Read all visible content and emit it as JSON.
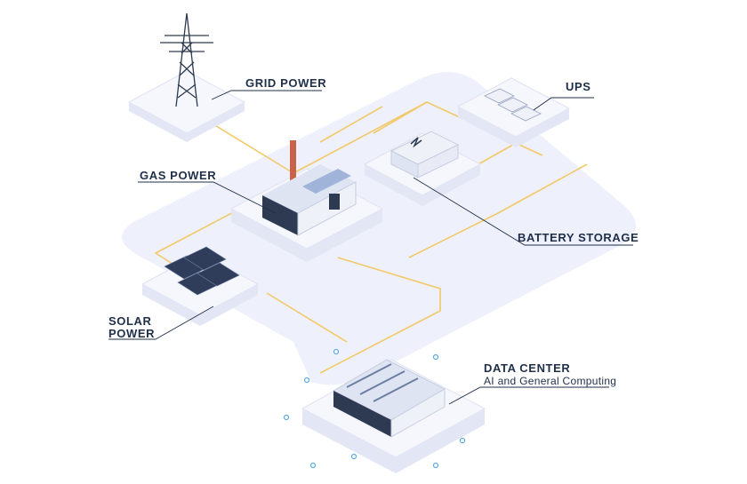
{
  "labels": {
    "grid": "GRID POWER",
    "gas": "GAS POWER",
    "solar_line1": "SOLAR",
    "solar_line2": "POWER",
    "ups": "UPS",
    "battery": "BATTERY STORAGE",
    "datacenter": "DATA CENTER",
    "datacenter_sub": "AI and General Computing"
  },
  "colors": {
    "background": "#ffffff",
    "floor": "#eef0fb",
    "platform_top": "#f6f7fd",
    "platform_side": "#e3e6f4",
    "power_line": "#f2c96a",
    "label_text": "#1f2f4a",
    "leader_line": "#1f2f4a",
    "building_dark": "#2d3a52",
    "solar_panel": "#2f3d5a",
    "node_dot": "#5aa9e6",
    "chimney": "#c9624a"
  },
  "icons": [
    "transmission-tower-icon",
    "factory-icon",
    "solar-panel-icon",
    "battery-container-icon",
    "ups-unit-icon",
    "server-building-icon"
  ]
}
